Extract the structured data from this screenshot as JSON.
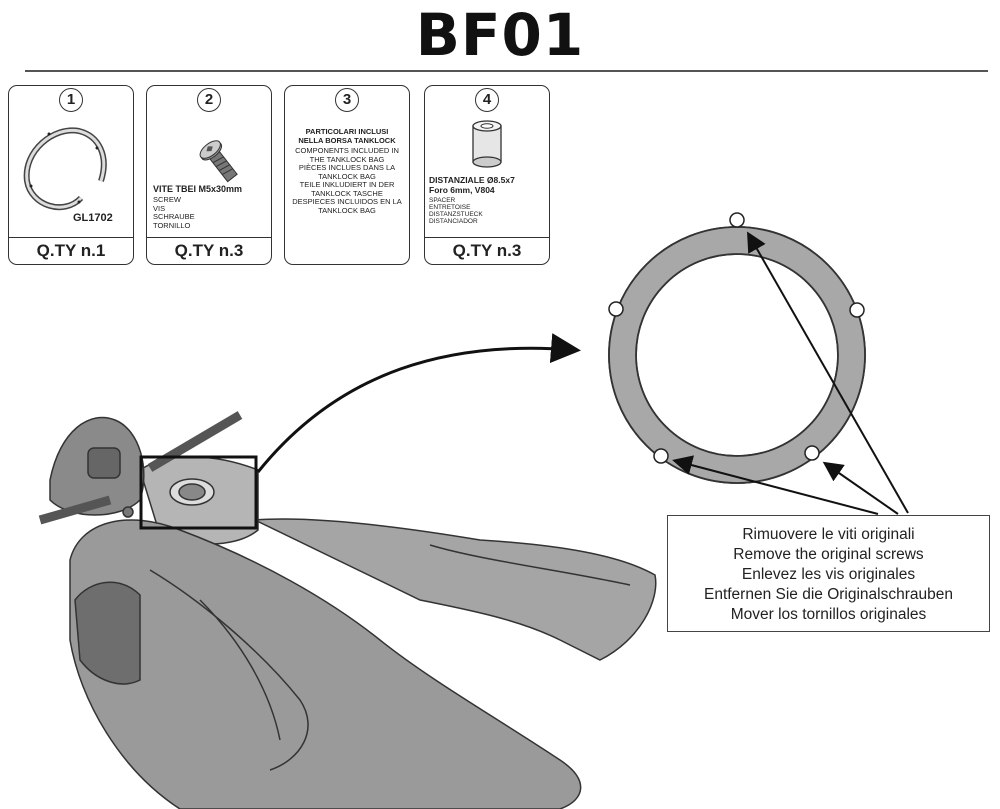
{
  "title": "BF01",
  "parts": [
    {
      "number": "1",
      "code": "GL1702",
      "qty": "Q.TY n.1"
    },
    {
      "number": "2",
      "name": "VITE TBEI M5x30mm",
      "lines": [
        "SCREW",
        "VIS",
        "SCHRAUBE",
        "TORNILLO"
      ],
      "qty": "Q.TY n.3"
    },
    {
      "number": "3",
      "heading": [
        "PARTICOLARI INCLUSI",
        "NELLA BORSA TANKLOCK"
      ],
      "lines": [
        "COMPONENTS INCLUDED IN",
        "THE TANKLOCK BAG",
        "PIÈCES INCLUES DANS LA",
        "TANKLOCK BAG",
        "TEILE INKLUDIERT IN DER",
        "TANKLOCK TASCHE",
        "DESPIECES INCLUIDOS EN LA",
        "TANKLOCK BAG"
      ]
    },
    {
      "number": "4",
      "name": "DISTANZIALE Ø8.5x7",
      "name2": "Foro 6mm, V804",
      "lines": [
        "SPACER",
        "ENTRETOISE",
        "DISTANZSTUECK",
        "DISTANCIADOR"
      ],
      "qty": "Q.TY n.3"
    }
  ],
  "instruction": [
    "Rimuovere le viti originali",
    "Remove the original screws",
    "Enlevez  les vis originales",
    "Entfernen Sie die Originalschrauben",
    "Mover los tornillos originales"
  ]
}
